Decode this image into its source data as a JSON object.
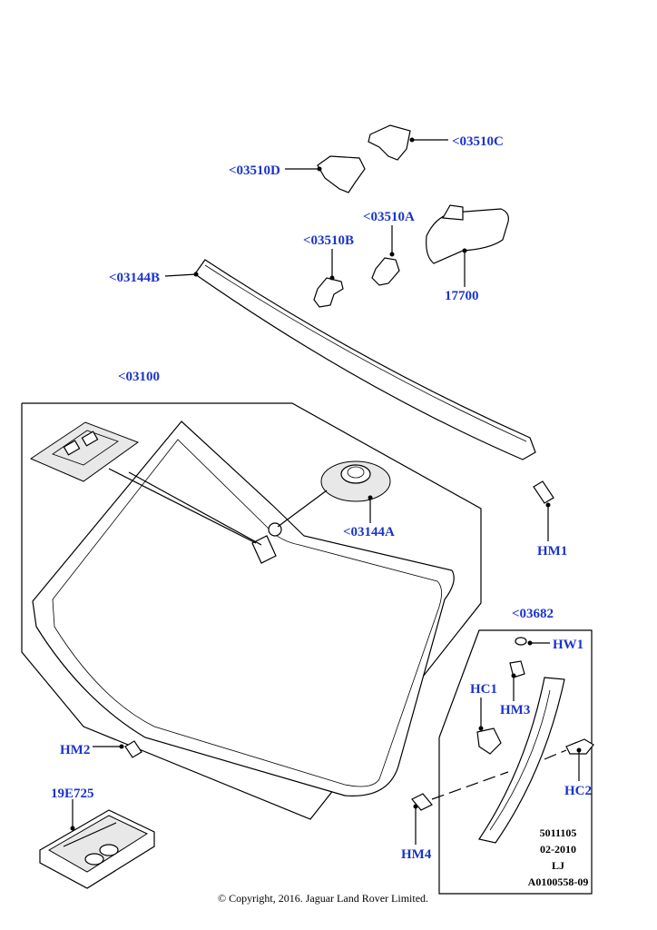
{
  "callouts": {
    "c03510C": "<03510C",
    "c03510D": "<03510D",
    "c03510A": "<03510A",
    "c03510B": "<03510B",
    "c03144B": "<03144B",
    "c17700": "17700",
    "c03100": "<03100",
    "c03144A": "<03144A",
    "cHM1": "HM1",
    "c03682": "<03682",
    "cHW1": "HW1",
    "cHC1": "HC1",
    "cHM3": "HM3",
    "cHM2": "HM2",
    "c19E725": "19E725",
    "cHC2": "HC2",
    "cHM4": "HM4"
  },
  "meta": {
    "line1": "5011105",
    "line2": "02-2010",
    "line3": "LJ",
    "line4": "A0100558-09"
  },
  "copyright": "© Copyright, 2016. Jaguar Land Rover Limited.",
  "colors": {
    "callout": "#1a33cc",
    "line": "#000000"
  }
}
